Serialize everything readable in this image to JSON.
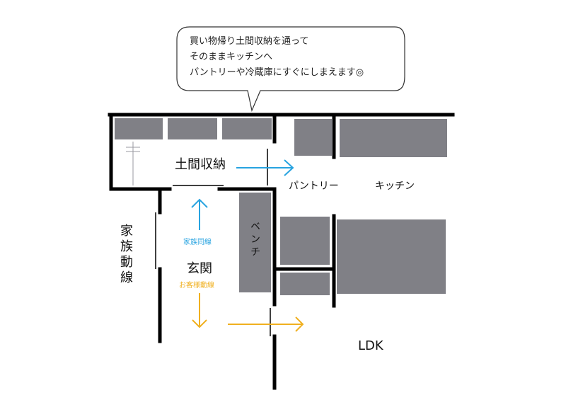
{
  "bubble": {
    "line1": "買い物帰り土間収納を通って",
    "line2": "そのままキッチンへ",
    "line3": "パントリーや冷蔵庫にすぐにしまえます◎"
  },
  "labels": {
    "doma": "土間収納",
    "pantry": "パントリー",
    "kitchen": "キッチン",
    "bench": "ベンチ",
    "genkan": "玄関",
    "family_route": "家族動線",
    "family_route_small": "家族同線",
    "guest_route": "お客様動線",
    "ldk": "LDK"
  },
  "colors": {
    "wall": "#000000",
    "furniture": "#808086",
    "family_arrow": "#27a3e0",
    "guest_arrow": "#f0b020"
  }
}
